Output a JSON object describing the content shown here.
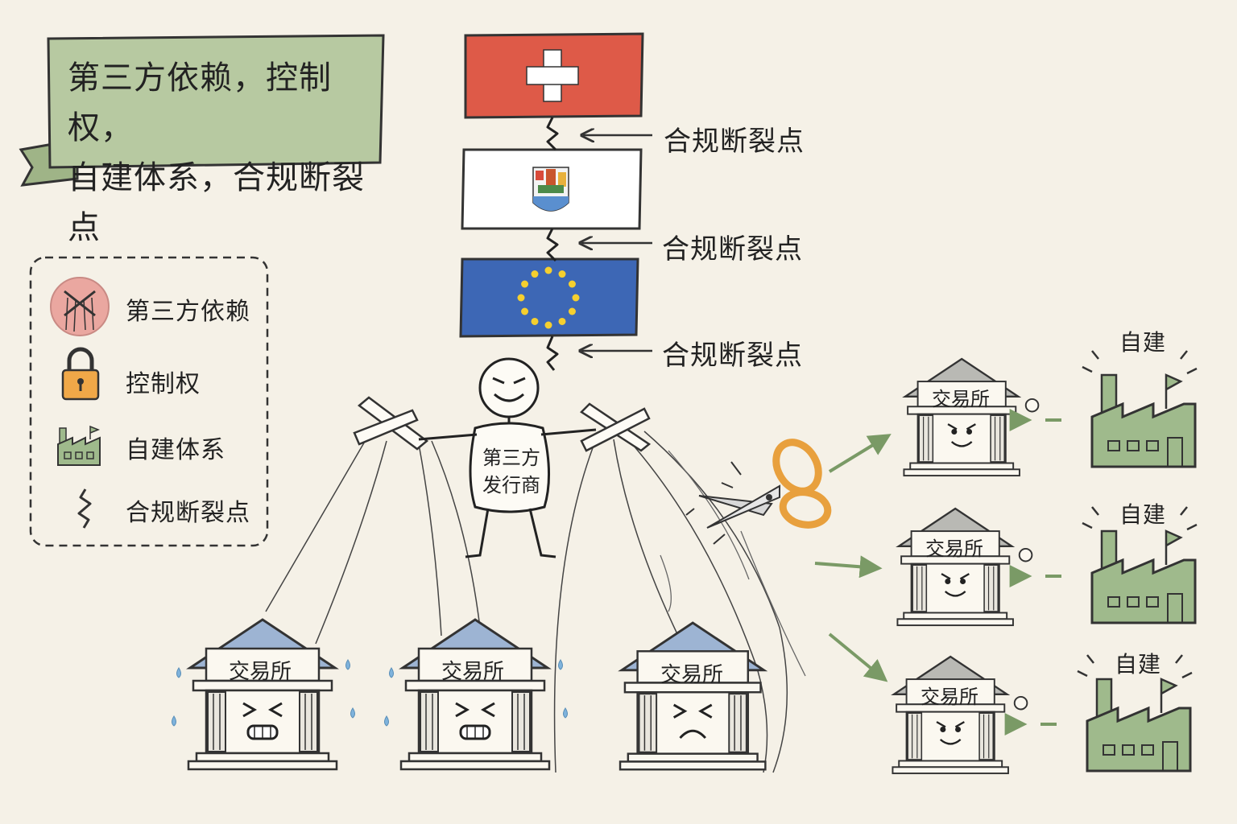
{
  "title_banner": {
    "line1": "第三方依赖，控制权，",
    "line2": "自建体系，合规断裂点"
  },
  "legend": {
    "items": [
      {
        "icon": "puppet-cross-icon",
        "label": "第三方依赖"
      },
      {
        "icon": "padlock-icon",
        "label": "控制权"
      },
      {
        "icon": "factory-icon",
        "label": "自建体系"
      },
      {
        "icon": "zigzag-break-icon",
        "label": "合规断裂点"
      }
    ]
  },
  "flags": [
    {
      "name": "Switzerland",
      "icon": "swiss-flag-icon",
      "color": "#de5a48"
    },
    {
      "name": "Canton coat of arms",
      "icon": "canton-flag-icon",
      "color": "#ffffff"
    },
    {
      "name": "European Union",
      "icon": "eu-flag-icon",
      "color": "#3d67b5"
    }
  ],
  "break_points": [
    "合规断裂点",
    "合规断裂点",
    "合规断裂点"
  ],
  "issuer": {
    "label": "第三方\n发行商"
  },
  "dependent_exchanges": [
    {
      "label": "交易所",
      "mood": "crying"
    },
    {
      "label": "交易所",
      "mood": "crying"
    },
    {
      "label": "交易所",
      "mood": "sad"
    }
  ],
  "independent_exchanges": [
    {
      "label": "交易所",
      "mood": "determined",
      "self_build": "自建"
    },
    {
      "label": "交易所",
      "mood": "determined",
      "self_build": "自建"
    },
    {
      "label": "交易所",
      "mood": "determined",
      "self_build": "自建"
    }
  ],
  "colors": {
    "banner_green": "#b7c9a1",
    "factory_green": "#9fba8c",
    "arrow_green": "#7a9a66",
    "roof_blue": "#9db4d3",
    "roof_gray": "#b9b9b4",
    "lock_orange": "#f0a848",
    "scissors_orange": "#e8a03d",
    "legend_pink": "#eaa7a0"
  }
}
